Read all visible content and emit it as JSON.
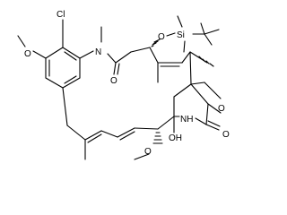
{
  "diagram": {
    "type": "chemical-structure",
    "atom_labels": {
      "cl": "Cl",
      "n_amide": "N",
      "o_methoxy_ring": "O",
      "o_carbonyl_amide": "O",
      "o_silyl_ether": "O",
      "si": "Si",
      "o_ring_ether": "O",
      "nh": "NH",
      "o_carbonyl_carbamate": "O",
      "oh": "OH",
      "o_methoxy_chain": "O"
    }
  }
}
